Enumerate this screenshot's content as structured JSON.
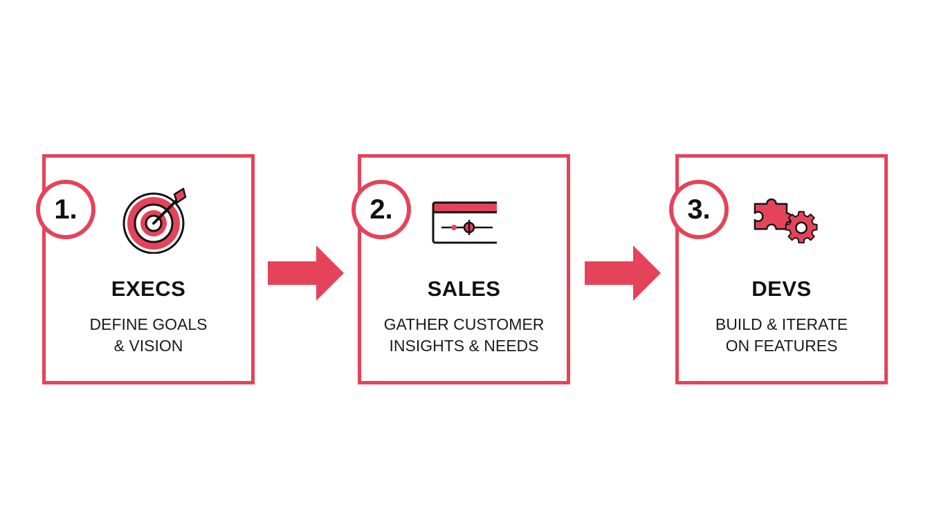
{
  "colors": {
    "accent": "#e5435a",
    "text": "#111111",
    "background": "#ffffff"
  },
  "steps": [
    {
      "number": "1.",
      "icon": "target-icon",
      "title": "EXECS",
      "description": [
        "DEFINE GOALS",
        "& VISION"
      ]
    },
    {
      "number": "2.",
      "icon": "browser-window-icon",
      "title": "SALES",
      "description": [
        "GATHER CUSTOMER",
        "INSIGHTS & NEEDS"
      ]
    },
    {
      "number": "3.",
      "icon": "puzzle-gear-icon",
      "title": "DEVS",
      "description": [
        "BUILD & ITERATE",
        "ON FEATURES"
      ]
    }
  ],
  "arrows": [
    "arrow-right-icon",
    "arrow-right-icon"
  ]
}
